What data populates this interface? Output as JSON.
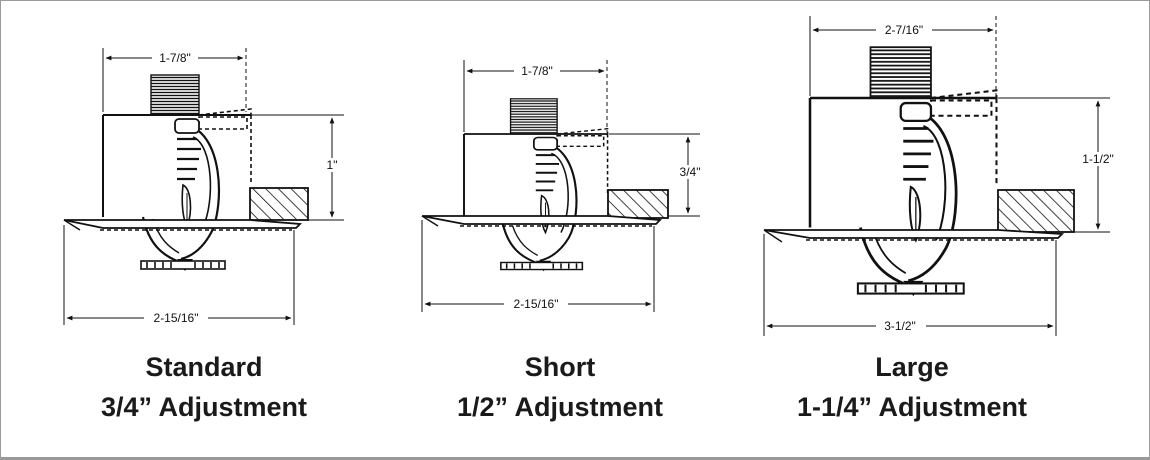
{
  "diagrams": [
    {
      "id": "standard",
      "caption_line1": "Standard",
      "caption_line2": "3/4” Adjustment",
      "dim_top": "1-7/8\"",
      "dim_side": "1\"",
      "dim_bottom": "2-15/16\""
    },
    {
      "id": "short",
      "caption_line1": "Short",
      "caption_line2": "1/2” Adjustment",
      "dim_top": "1-7/8\"",
      "dim_side": "3/4\"",
      "dim_bottom": "2-15/16\""
    },
    {
      "id": "large",
      "caption_line1": "Large",
      "caption_line2": "1-1/4” Adjustment",
      "dim_top": "2-7/16\"",
      "dim_side": "1-1/2\"",
      "dim_bottom": "3-1/2\""
    }
  ],
  "colors": {
    "line": "#111111",
    "frame": "#9a9a9a"
  }
}
